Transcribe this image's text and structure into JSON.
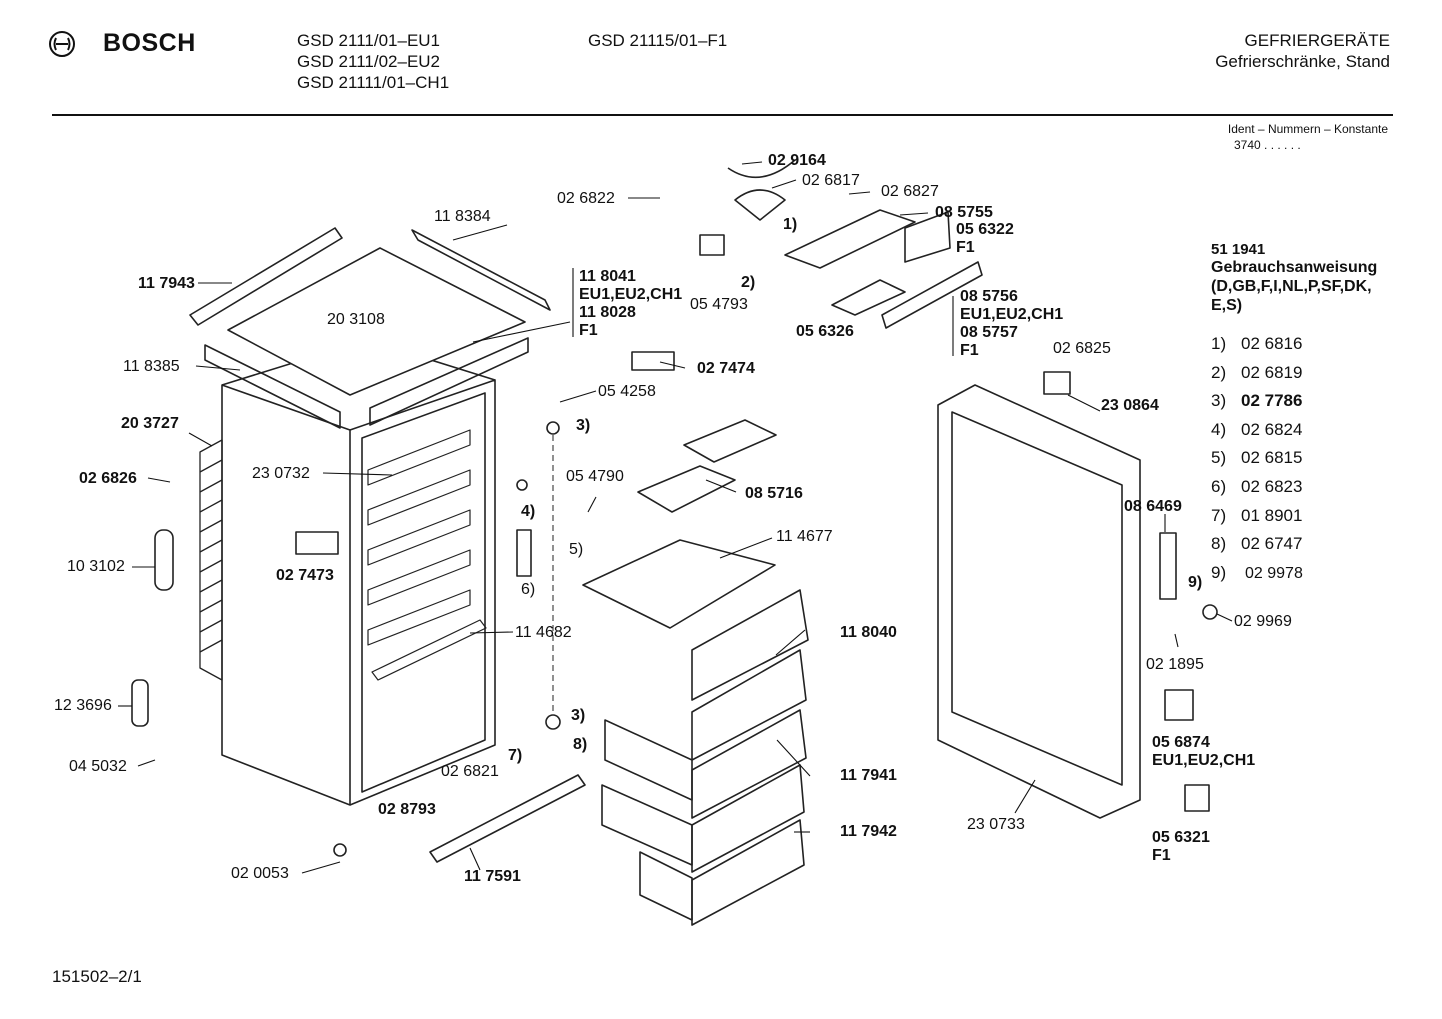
{
  "header": {
    "brand": "BOSCH",
    "models_col1": [
      "GSD 2111/01–EU1",
      "GSD 2111/02–EU2",
      "GSD 21111/01–CH1"
    ],
    "models_col2": [
      "GSD 21115/01–F1"
    ],
    "category": "GEFRIERGERÄTE",
    "subcategory": "Gefrierschränke, Stand",
    "ident_label": "Ident – Nummern – Konstante",
    "ident_value": "3740 . .  . . . ."
  },
  "manual": {
    "number": "51 1941",
    "title_lines": [
      "Gebrauchsanweisung",
      "(D,GB,F,I,NL,P,SF,DK,",
      "E,S)"
    ],
    "parts": [
      {
        "key": "1)",
        "part": "02 6816"
      },
      {
        "key": "2)",
        "part": "02 6819"
      },
      {
        "key": "3)",
        "part": "02 7786"
      },
      {
        "key": "4)",
        "part": "02 6824"
      },
      {
        "key": "5)",
        "part": "02 6815"
      },
      {
        "key": "6)",
        "part": "02 6823"
      },
      {
        "key": "7)",
        "part": "01 8901"
      },
      {
        "key": "8)",
        "part": "02 6747"
      },
      {
        "key": "9)",
        "part": "02 9978"
      }
    ]
  },
  "labels": {
    "p029164": "02 9164",
    "p026817": "02 6817",
    "p026827": "02 6827",
    "p026822": "02 6822",
    "p085755": "08 5755",
    "p056322": "05 6322",
    "vF1a": "F1",
    "p118384": "11 8384",
    "p117943": "11 7943",
    "p203108": "20 3108",
    "p118041": "11 8041",
    "vEU1a": "EU1,EU2,CH1",
    "p118028": "11 8028",
    "vF1b": "F1",
    "p054793": "05 4793",
    "p056326": "05 6326",
    "p085756": "08 5756",
    "vEU1b": "EU1,EU2,CH1",
    "p085757": "08 5757",
    "vF1c": "F1",
    "p026825": "02 6825",
    "p118385": "11 8385",
    "p027474": "02 7474",
    "p054258": "05 4258",
    "p203727": "20 3727",
    "p230864": "23 0864",
    "p230732": "23 0732",
    "p026826": "02 6826",
    "p054790": "05 4790",
    "p085716": "08 5716",
    "p086469": "08 6469",
    "p114677": "11 4677",
    "p103102": "10 3102",
    "p027473": "02 7473",
    "p029969": "02 9969",
    "p114682": "11 4682",
    "p118040": "11 8040",
    "p021895": "02 1895",
    "p123696": "12 3696",
    "p045032": "04 5032",
    "p026821": "02 6821",
    "p117941": "11 7941",
    "p056874": "05 6874",
    "vEU1c": "EU1,EU2,CH1",
    "p028793": "02 8793",
    "p117942": "11 7942",
    "p230733": "23 0733",
    "p056321": "05 6321",
    "vF1d": "F1",
    "p020053": "02 0053",
    "p117591": "11 7591",
    "k1": "1)",
    "k2": "2)",
    "k3a": "3)",
    "k3b": "3)",
    "k4": "4)",
    "k5": "5)",
    "k6": "6)",
    "k7": "7)",
    "k8": "8)",
    "k9": "9)"
  },
  "footer": {
    "doc_number": "151502–2/1"
  }
}
